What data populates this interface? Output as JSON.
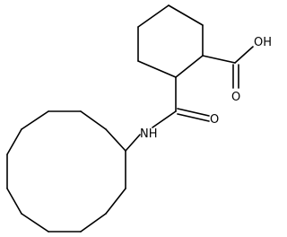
{
  "structure": {
    "labels": {
      "hydroxyl": "OH",
      "acid_carbonyl_oxygen": "O",
      "amide_carbonyl_oxygen": "O",
      "amide_nitrogen": "NH"
    }
  }
}
